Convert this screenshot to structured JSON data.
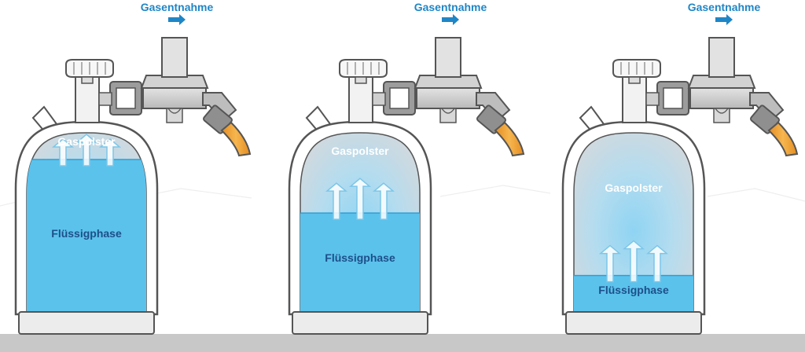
{
  "labels": {
    "gas_outlet": "Gasentnahme",
    "gas_cushion": "Gaspolster",
    "liquid_phase": "Flüssigphase"
  },
  "cylinders": [
    {
      "fill_level": 0.85
    },
    {
      "fill_level": 0.55
    },
    {
      "fill_level": 0.2
    }
  ],
  "icons": {
    "outlet_arrow": "right-arrow-icon",
    "vapor_arrow": "up-arrow-icon",
    "valve": "valve-handwheel-icon",
    "regulator": "pressure-regulator-icon",
    "hose": "gas-hose-icon"
  },
  "colors": {
    "liquid": "#5bc2ec",
    "gas_cushion": "#c4d9e4",
    "outline": "#555555",
    "label_blue": "#1f86c6",
    "hose": "#f0a037",
    "floor": "#c8c8c8"
  }
}
